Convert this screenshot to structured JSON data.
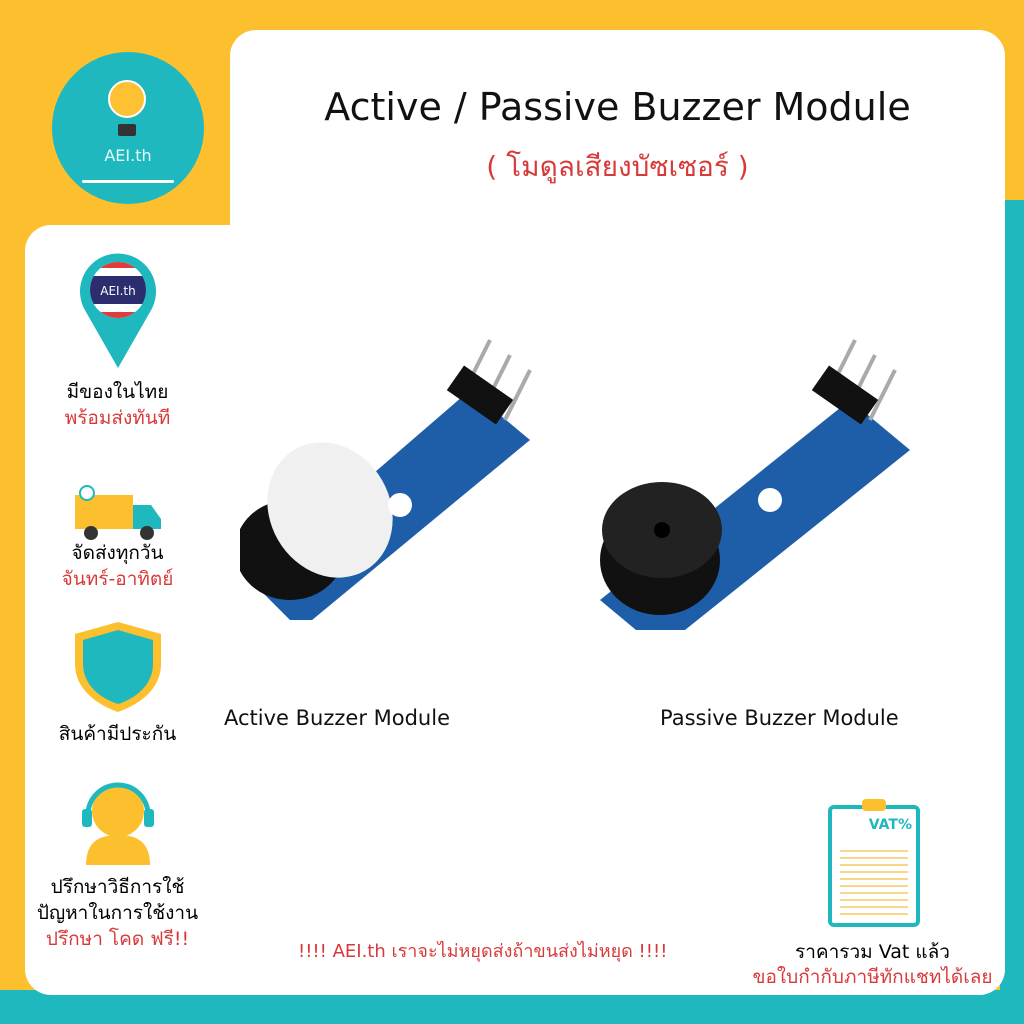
{
  "brand": {
    "logo_text": "AEI.th"
  },
  "header": {
    "title": "Active / Passive Buzzer Module",
    "subtitle": "( โมดูลเสียงบัซเซอร์ )"
  },
  "features": [
    {
      "icon": "thailand-pin-icon",
      "badge": "AEI.th",
      "line1": "มีของในไทย",
      "line2": "พร้อมส่งทันที"
    },
    {
      "icon": "delivery-truck-icon",
      "line1": "จัดส่งทุกวัน",
      "line2": "จันทร์-อาทิตย์"
    },
    {
      "icon": "shield-icon",
      "line1": "สินค้ามีประกัน"
    },
    {
      "icon": "support-headset-icon",
      "line1": "ปรึกษาวิธีการใช้",
      "line2": "ปัญหาในการใช้งาน",
      "line3": "ปรึกษา โคด ฟรี!!"
    }
  ],
  "products": [
    {
      "caption": "Active Buzzer Module"
    },
    {
      "caption": "Passive Buzzer Module"
    }
  ],
  "footer": {
    "note": "!!!!  AEI.th เราจะไม่หยุดส่งถ้าขนส่งไม่หยุด  !!!!",
    "vat_label": "VAT%",
    "vat_line1": "ราคารวม Vat แล้ว",
    "vat_line2": "ขอใบกำกับภาษีทักแชทได้เลย"
  },
  "colors": {
    "yellow": "#fcc02e",
    "teal": "#1fb8bf",
    "red": "#d83a3a"
  }
}
